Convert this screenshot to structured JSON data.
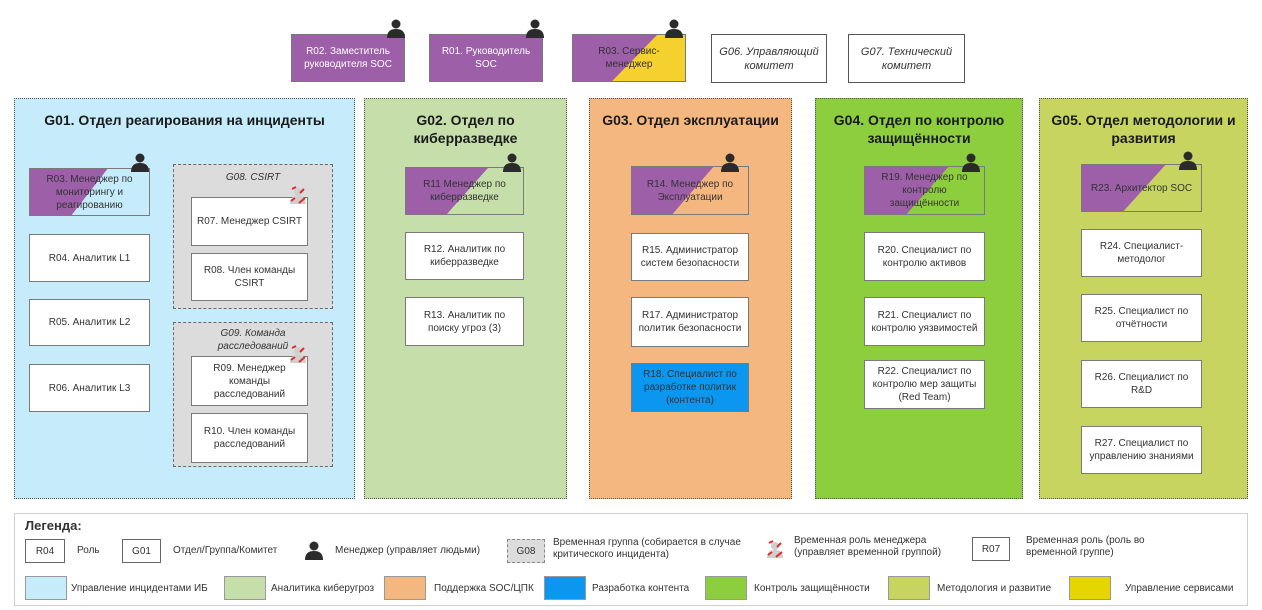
{
  "colors": {
    "manager_purple": "#9c5fa8",
    "service_yellow": "#f5d130",
    "incident_blue": "#c6ecfb",
    "threat_green": "#c6dfaa",
    "ops_orange": "#f4b77f",
    "content_blue": "#0b97f0",
    "security_green": "#8dce3e",
    "method_olive": "#c7d460",
    "services_yellow": "#e6d600",
    "temp_grey": "#dcdcdc"
  },
  "top": {
    "roles": [
      {
        "id": "R02",
        "label": "R02. Заместитель руководителя SOC",
        "manager": true
      },
      {
        "id": "R01",
        "label": "R01. Руководитель SOC",
        "manager": true
      },
      {
        "id": "R03",
        "label": "R03. Сервис-менеджер",
        "manager": true
      }
    ],
    "committees": [
      {
        "id": "G06",
        "label": "G06. Управляющий комитет"
      },
      {
        "id": "G07",
        "label": "G07. Технический комитет"
      }
    ]
  },
  "departments": [
    {
      "id": "G01",
      "title": "G01. Отдел реагирования на инциденты",
      "manager": "R03. Менеджер по мониторингу и реагированию",
      "roles": [
        "R04. Аналитик L1",
        "R05. Аналитик L2",
        "R06. Аналитик L3"
      ],
      "temp_groups": [
        {
          "title": "G08. CSIRT",
          "manager": "R07. Менеджер CSIRT",
          "member": "R08. Член команды CSIRT"
        },
        {
          "title": "G09. Команда расследований",
          "manager": "R09. Менеджер команды расследований",
          "member": "R10. Член команды расследований"
        }
      ]
    },
    {
      "id": "G02",
      "title": "G02. Отдел по киберразведке",
      "manager": "R11 Менеджер по киберразведке",
      "roles": [
        "R12. Аналитик по киберразведке",
        "R13. Аналитик по поиску угроз (3)"
      ]
    },
    {
      "id": "G03",
      "title": "G03. Отдел эксплуатации",
      "manager": "R14. Менеджер по Эксплуатации",
      "roles": [
        "R15. Администратор систем безопасности",
        "R17. Администратор политик безопасности",
        "R18. Специалист по разработке политик (контента)"
      ]
    },
    {
      "id": "G04",
      "title": "G04. Отдел по контролю защищённости",
      "manager": "R19. Менеджер по контролю защищённости",
      "roles": [
        "R20. Специалист по контролю активов",
        "R21. Специалист по контролю уязвимостей",
        "R22. Специалист по контролю мер защиты (Red Team)"
      ]
    },
    {
      "id": "G05",
      "title": "G05. Отдел методологии и развития",
      "manager": "R23. Архитектор SOC",
      "roles": [
        "R24. Специалист-методолог",
        "R25. Специалист по отчётности",
        "R26. Специалист по R&D",
        "R27. Специалист по управлению знаниями"
      ]
    }
  ],
  "legend": {
    "title": "Легенда:",
    "items": [
      {
        "box": "R04",
        "text": "Роль"
      },
      {
        "box": "G01",
        "text": "Отдел/Группа/Комитет"
      },
      {
        "icon": "manager-icon",
        "text": "Менеджер (управляет людьми)"
      },
      {
        "box": "G08",
        "text": "Временная группа (собирается в случае критического инцидента)"
      },
      {
        "icon": "temp-manager-icon",
        "text": "Временная роль менеджера (управляет временной группой)"
      },
      {
        "box": "R07",
        "text": "Временная роль (роль во временной группе)"
      }
    ],
    "colors": [
      {
        "text": "Управление инцидентами ИБ",
        "color": "#c6ecfb"
      },
      {
        "text": "Аналитика киберугроз",
        "color": "#c6dfaa"
      },
      {
        "text": "Поддержка SOC/ЦПК",
        "color": "#f4b77f"
      },
      {
        "text": "Разработка контента",
        "color": "#0b97f0"
      },
      {
        "text": "Контроль защищённости",
        "color": "#8dce3e"
      },
      {
        "text": "Методология и развитие",
        "color": "#c7d460"
      },
      {
        "text": "Управление сервисами",
        "color": "#e6d600"
      }
    ]
  }
}
